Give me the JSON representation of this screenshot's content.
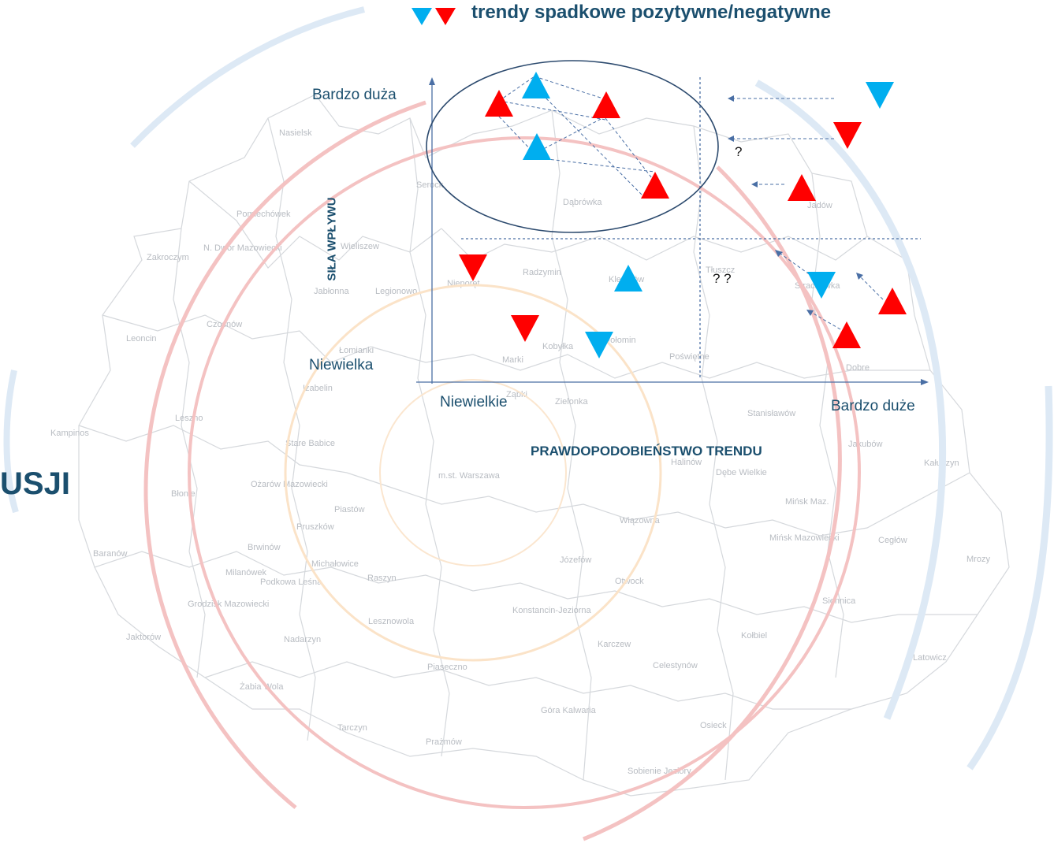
{
  "legend": {
    "text": "trendy spadkowe pozytywne/negatywne",
    "icons": [
      {
        "icon": "triangle-down-blue-icon",
        "color": "#00aeef"
      },
      {
        "icon": "triangle-down-red-icon",
        "color": "#ff0000"
      }
    ]
  },
  "axes": {
    "y_high": "Bardzo duża",
    "y_low": "Niewielka",
    "x_low": "Niewielkie",
    "x_high": "Bardzo duże",
    "x_title": "PRAWDOPODOBIEŃSTWO TRENDU",
    "y_title": "SIŁA WPŁYWU"
  },
  "side_text": "USJI",
  "question_marks": [
    "?",
    "? ?"
  ],
  "colors": {
    "positive": "#00aeef",
    "negative": "#ff0000",
    "axis": "#4a6fa5",
    "text": "#1b4f6e",
    "ring_red": "#f4c2c2",
    "ring_orange": "#fbe3c8",
    "ring_blue": "#dde9f5"
  },
  "map_labels": [
    "Nasielsk",
    "Serock",
    "Dąbrówka",
    "Jadów",
    "Pomiechówek",
    "Zakroczym",
    "N. Dwór Mazowiecki",
    "Wieliszew",
    "Radzymin",
    "Tłuszcz",
    "Strachówka",
    "Nieporęt",
    "Klembów",
    "Jabłonna",
    "Legionowo",
    "Czosnów",
    "Leoncin",
    "Łomianki",
    "Kobyłka",
    "Wołomin",
    "Marki",
    "Poświętne",
    "Dobre",
    "Izabelin",
    "Ząbki",
    "Zielonka",
    "Stanisławów",
    "Leszno",
    "Kampinos",
    "Stare Babice",
    "Jakubów",
    "Halinów",
    "Kałuszyn",
    "m.st. Warszawa",
    "Dębe Wielkie",
    "Ożarów Mazowiecki",
    "Błonie",
    "Mińsk Maz.",
    "Mińsk Mazowiecki",
    "Cegłów",
    "Wiązowna",
    "Pruszków",
    "Piastów",
    "Brwinów",
    "Baranów",
    "Michałowice",
    "Józefów",
    "Mrozy",
    "Milanówek",
    "Podkowa Leśna",
    "Raszyn",
    "Otwock",
    "Grodzisk Mazowiecki",
    "Konstancin-Jeziorna",
    "Lesznowola",
    "Siennica",
    "Jaktorów",
    "Nadarzyn",
    "Karczew",
    "Kołbiel",
    "Latowicz",
    "Celestynów",
    "Piaseczno",
    "Żabia Wola",
    "Góra Kalwaria",
    "Osieck",
    "Tarczyn",
    "Prażmów",
    "Sobienie Jeziory"
  ],
  "markers": [
    {
      "name": "marker-pos-1",
      "direction": "up",
      "color": "#00aeef"
    },
    {
      "name": "marker-neg-1",
      "direction": "up",
      "color": "#ff0000"
    },
    {
      "name": "marker-neg-2",
      "direction": "up",
      "color": "#ff0000"
    },
    {
      "name": "marker-pos-2",
      "direction": "up",
      "color": "#00aeef"
    },
    {
      "name": "marker-neg-3",
      "direction": "up",
      "color": "#ff0000"
    },
    {
      "name": "marker-blue-down-1",
      "direction": "down",
      "color": "#00aeef"
    },
    {
      "name": "marker-red-down-1",
      "direction": "down",
      "color": "#ff0000"
    },
    {
      "name": "marker-red-up-4",
      "direction": "up",
      "color": "#ff0000"
    },
    {
      "name": "marker-red-down-2",
      "direction": "down",
      "color": "#ff0000"
    },
    {
      "name": "marker-blue-up-3",
      "direction": "up",
      "color": "#00aeef"
    },
    {
      "name": "marker-red-down-3",
      "direction": "down",
      "color": "#ff0000"
    },
    {
      "name": "marker-blue-down-2",
      "direction": "down",
      "color": "#00aeef"
    },
    {
      "name": "marker-blue-down-3",
      "direction": "down",
      "color": "#00aeef"
    },
    {
      "name": "marker-red-up-5",
      "direction": "up",
      "color": "#ff0000"
    },
    {
      "name": "marker-red-up-6",
      "direction": "up",
      "color": "#ff0000"
    }
  ]
}
